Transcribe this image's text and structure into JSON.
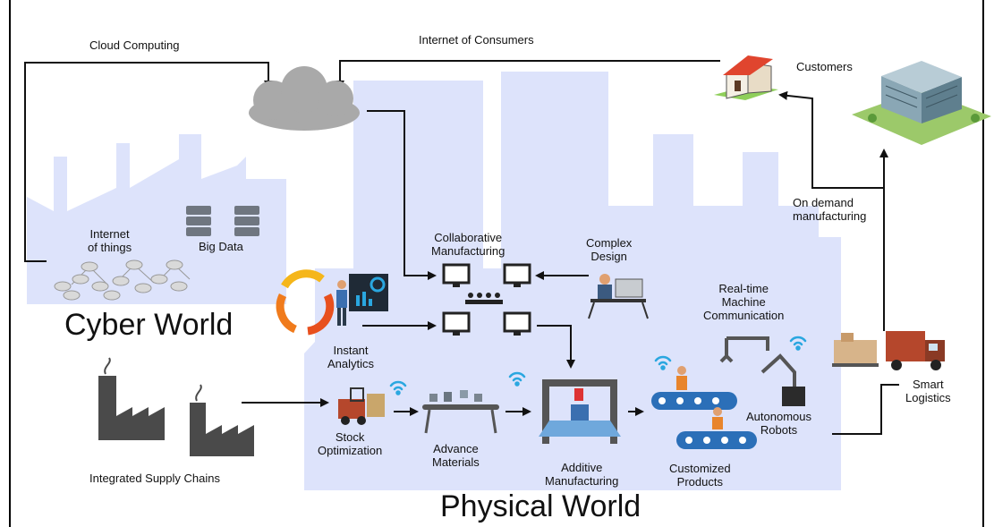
{
  "labels": {
    "cloud_computing": "Cloud Computing",
    "internet_of_consumers": "Internet of Consumers",
    "customers": "Customers",
    "internet_of_things": "Internet\nof things",
    "big_data": "Big Data",
    "cyber_world": "Cyber World",
    "collaborative_manufacturing": "Collaborative\nManufacturing",
    "complex_design": "Complex\nDesign",
    "on_demand_manufacturing": "On demand\nmanufacturing",
    "realtime_machine_communication": "Real-time\nMachine\nCommunication",
    "instant_analytics": "Instant\nAnalytics",
    "stock_optimization": "Stock\nOptimization",
    "advance_materials": "Advance\nMaterials",
    "additive_manufacturing": "Additive\nManufacturing",
    "customized_products": "Customized\nProducts",
    "autonomous_robots": "Autonomous\nRobots",
    "smart_logistics": "Smart\nLogistics",
    "integrated_supply_chains": "Integrated Supply Chains",
    "physical_world": "Physical World"
  },
  "colors": {
    "factory_backdrop": "#dde3fb",
    "cloud": "#a9a9a9",
    "arrow": "#111111",
    "wifi": "#2aa7e0",
    "roof": "#e0452e",
    "truck": "#b5472c",
    "conveyor": "#2b6fb8"
  },
  "icons": [
    "cloud-icon",
    "house-icon",
    "office-building-icon",
    "server-icon",
    "network-graph-icon",
    "refresh-cycle-icon",
    "analytics-presenter-icon",
    "computer-monitor-icon",
    "team-icon",
    "designer-desk-icon",
    "factory-icon",
    "forklift-icon",
    "conveyor-icon",
    "3d-printer-icon",
    "robot-arm-icon",
    "truck-icon",
    "wifi-icon"
  ]
}
